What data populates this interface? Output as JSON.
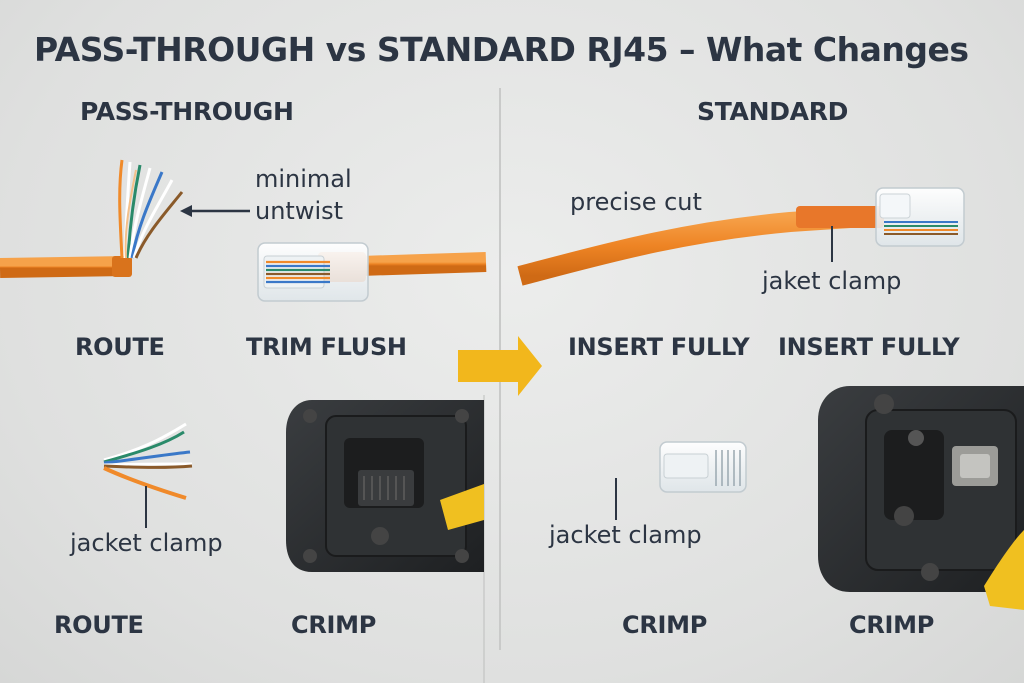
{
  "title": "PASS-THROUGH vs STANDARD RJ45 – What Changes",
  "left_panel": {
    "heading": "PASS-THROUGH",
    "annotation_untwist_line1": "minimal",
    "annotation_untwist_line2": "untwist",
    "annotation_jacket": "jacket clamp",
    "steps": [
      "ROUTE",
      "TRIM FLUSH",
      "ROUTE",
      "CRIMP"
    ]
  },
  "right_panel": {
    "heading": "STANDARD",
    "annotation_cut": "precise cut",
    "annotation_jaket": "jaket clamp",
    "annotation_jacket": "jacket clamp",
    "steps": [
      "INSERT FULLY",
      "INSERT FULLY",
      "CRIMP",
      "CRIMP"
    ]
  },
  "colors": {
    "cable_orange": "#f08a2a",
    "arrow_yellow": "#f2b71c",
    "tool_black": "#2a2c2e",
    "text": "#2c3543"
  },
  "icons": [
    "right-arrow-icon",
    "crimp-tool-icon",
    "rj45-connector-icon"
  ]
}
